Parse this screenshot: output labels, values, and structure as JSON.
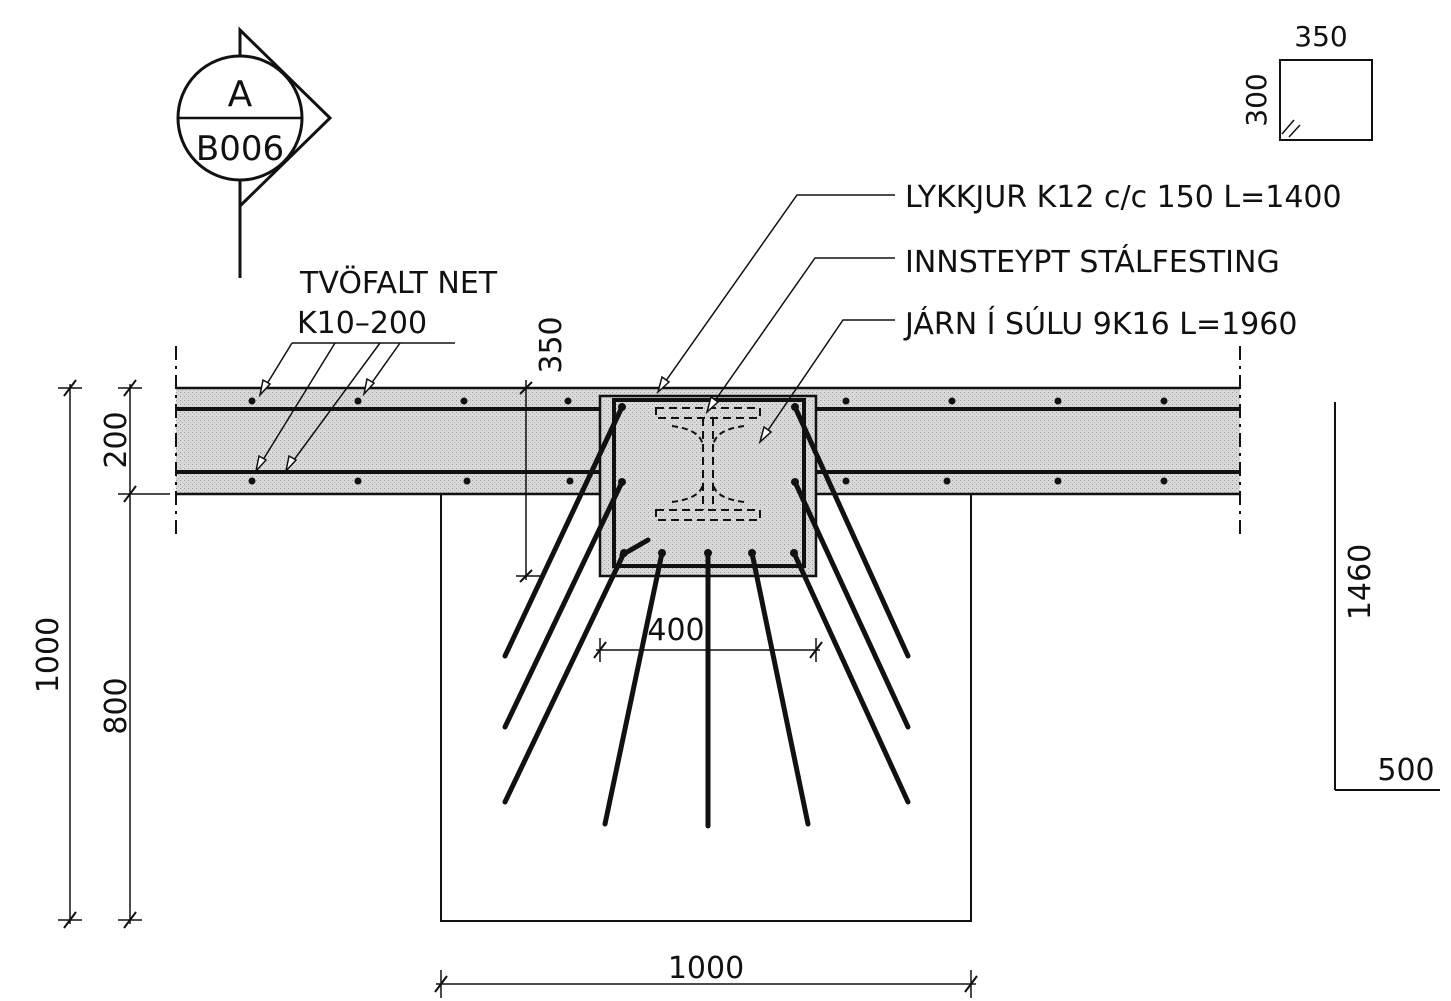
{
  "section_marker": {
    "letter": "A",
    "sheet": "B006"
  },
  "column_dims": {
    "width": "350",
    "depth": "300"
  },
  "callouts": {
    "loops": "LYKKJUR  K12  c/c  150  L=1400",
    "steel_fixing": "INNSTEYPT  STÁLFESTING",
    "column_bars": "JÁRN  Í  SÚLU  9K16  L=1960"
  },
  "mesh": {
    "line1": "TVÖFALT  NET",
    "line2": "K10–200"
  },
  "dimensions": {
    "slab_thickness": "200",
    "beam_below": "800",
    "total_depth": "1000",
    "pocket_depth": "350",
    "pocket_width": "400",
    "beam_width": "1000",
    "side_height": "1460",
    "side_width": "500"
  },
  "colors": {
    "line": "#111111",
    "concrete_fill": "#d4d4d4",
    "background": "#ffffff"
  }
}
